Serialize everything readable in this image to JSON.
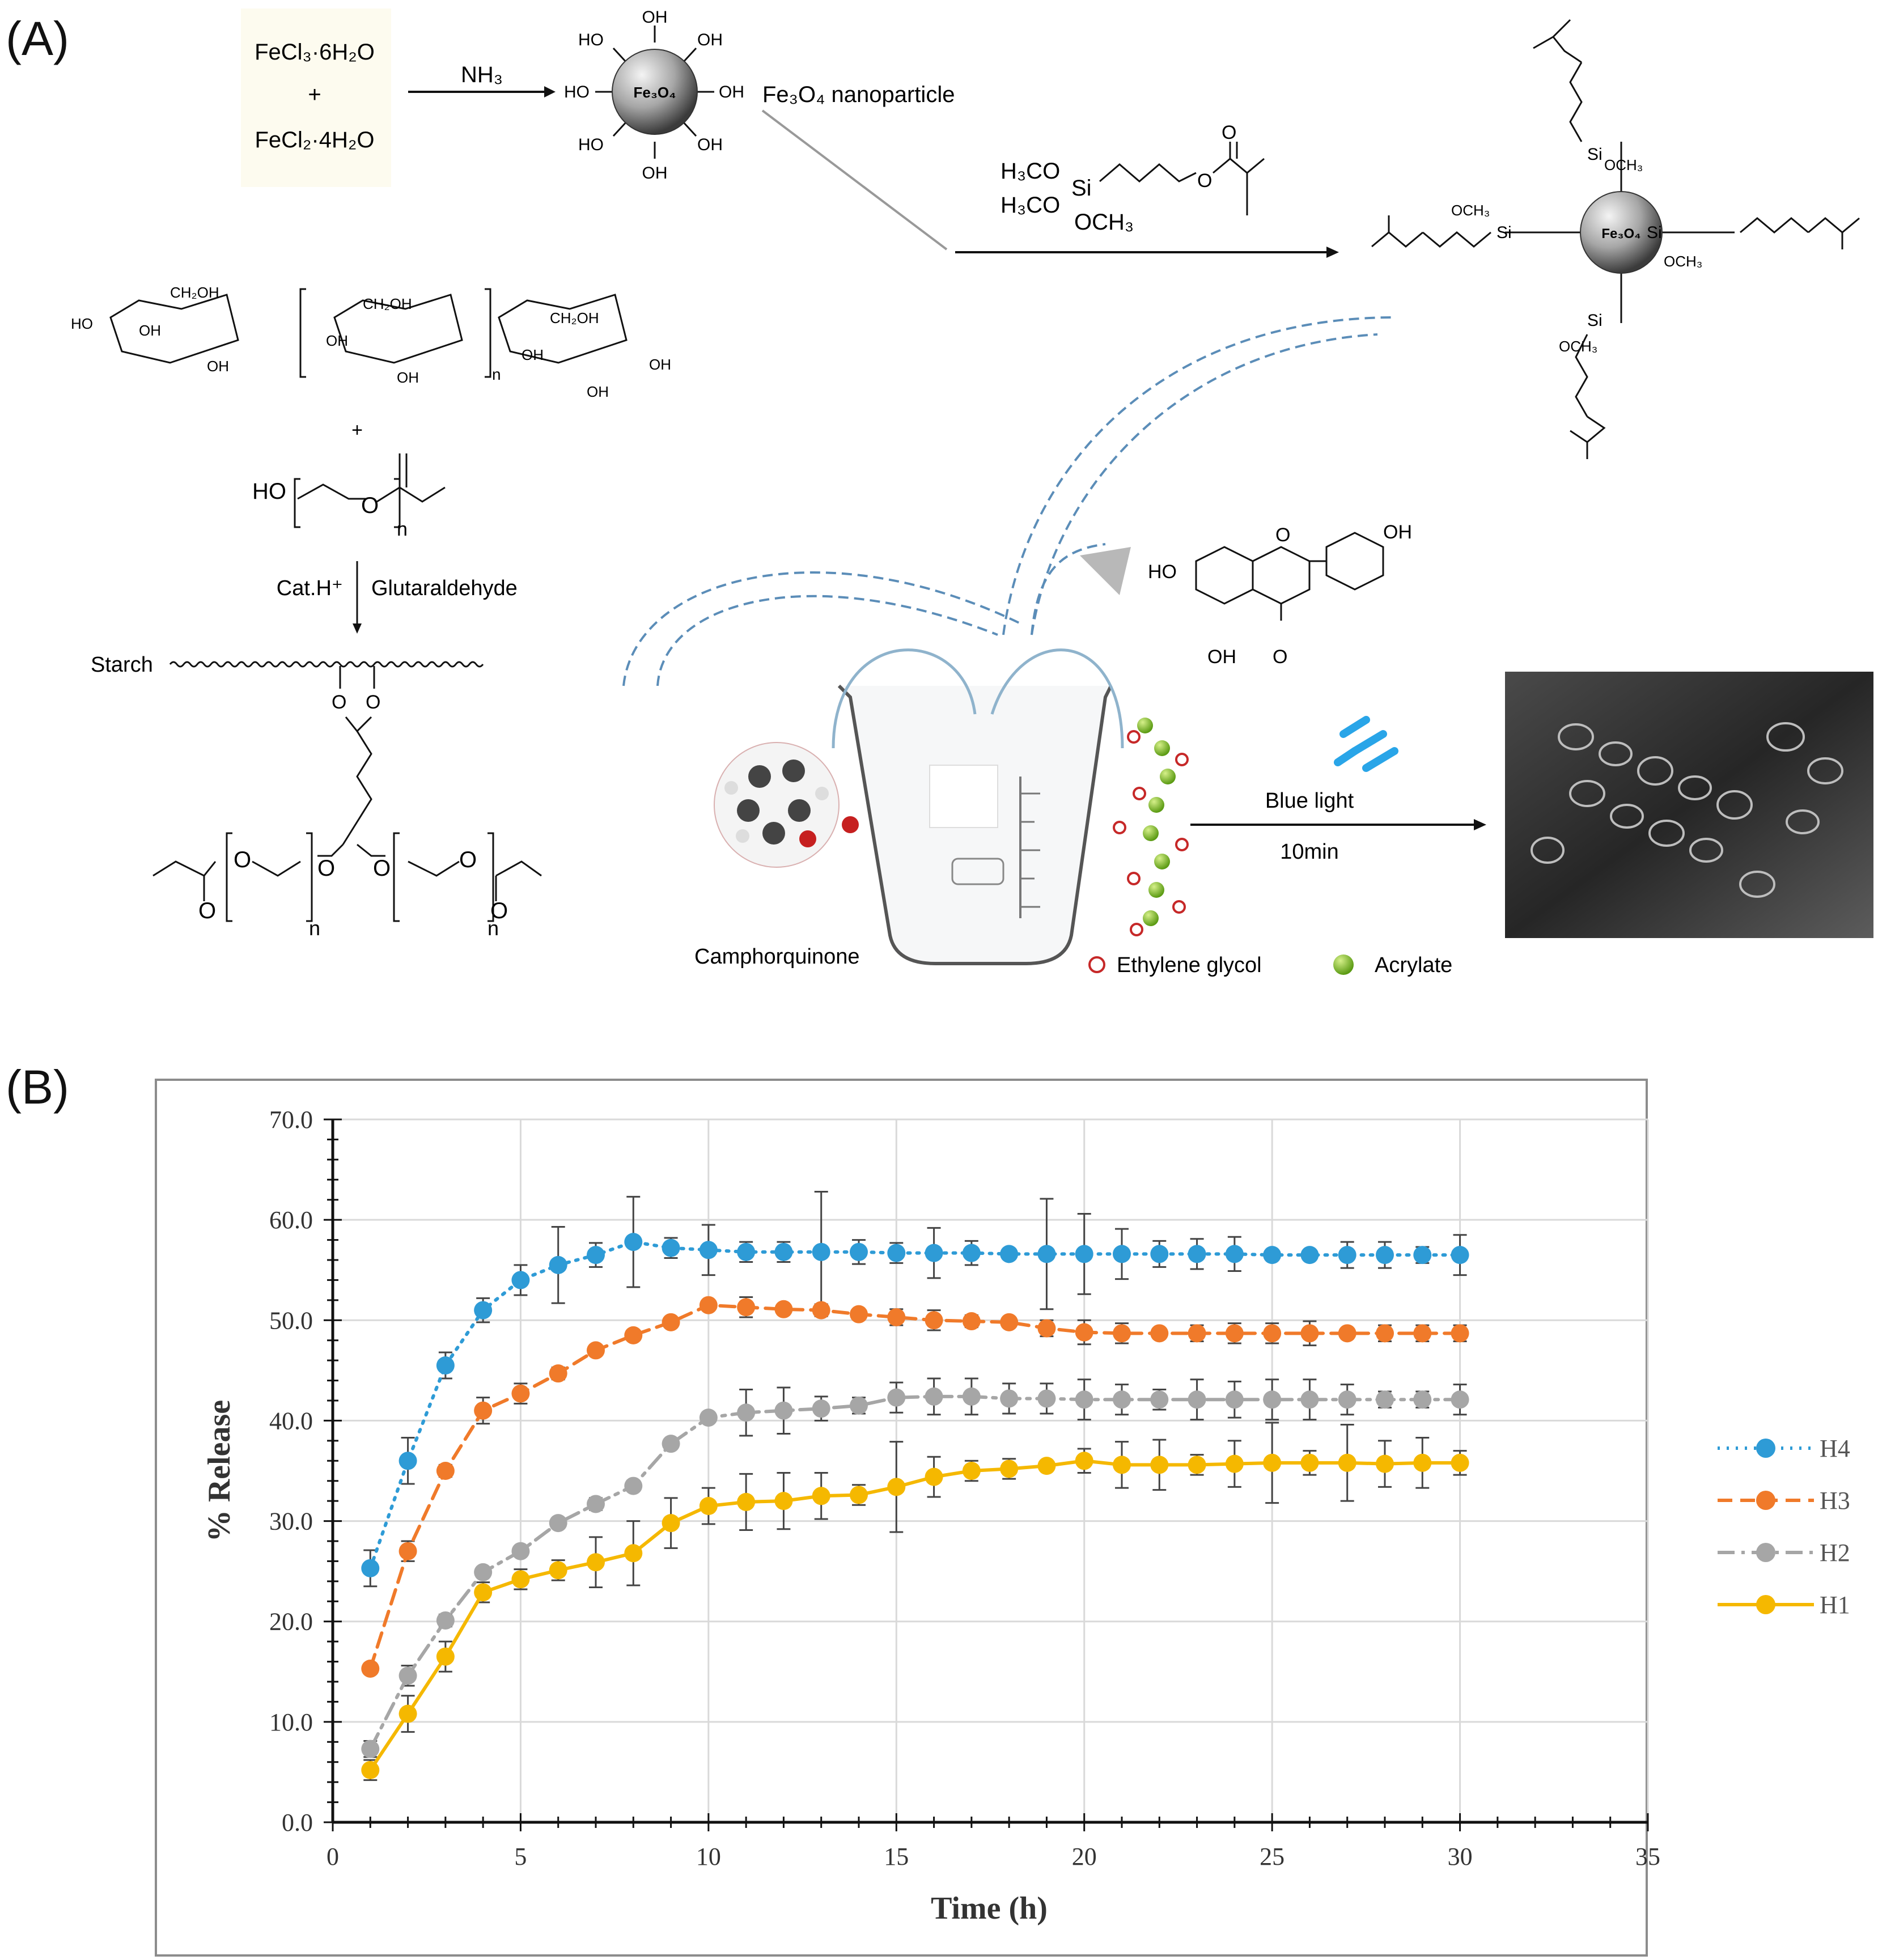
{
  "panel_a": {
    "label": "(A)",
    "reagent1": "FeCl₃·6H₂O",
    "plus": "+",
    "reagent2": "FeCl₂·4H₂O",
    "nh3": "NH₃",
    "fe3o4": "Fe₃O₄",
    "fe3o4_np": "Fe₃O₄ nanoparticle",
    "oh": "OH",
    "ho": "HO",
    "silane_h3co_1": "H₃CO",
    "silane_h3co_2": "H₃CO",
    "silane_si": "Si",
    "silane_och3": "OCH₃",
    "ch2oh": "CH₂OH",
    "n": "n",
    "cat": "Cat.H⁺",
    "glutaraldehyde": "Glutaraldehyde",
    "starch": "Starch",
    "camphorquinone": "Camphorquinone",
    "blue_light": "Blue light",
    "time": "10min",
    "legend_eg": "Ethylene glycol",
    "legend_acrylate": "Acrylate",
    "si": "Si",
    "och3": "OCH₃",
    "o": "O"
  },
  "panel_b": {
    "label": "(B)"
  },
  "chart_data": {
    "type": "line",
    "title": "",
    "xlabel": "Time (h)",
    "ylabel": "% Release",
    "xlim": [
      0,
      35
    ],
    "ylim": [
      0,
      70
    ],
    "xticks": [
      "0",
      "5",
      "10",
      "15",
      "20",
      "25",
      "30",
      "35"
    ],
    "yticks": [
      "0.0",
      "10.0",
      "20.0",
      "30.0",
      "40.0",
      "50.0",
      "60.0",
      "70.0"
    ],
    "grid": true,
    "legend_position": "right",
    "x": [
      1,
      2,
      3,
      4,
      5,
      6,
      7,
      8,
      9,
      10,
      11,
      12,
      13,
      14,
      15,
      16,
      17,
      18,
      19,
      20,
      21,
      22,
      23,
      24,
      25,
      26,
      27,
      28,
      29,
      30
    ],
    "series": [
      {
        "name": "H4",
        "color": "#2e9bd6",
        "dash": "dotted",
        "values": [
          25.3,
          36.0,
          45.5,
          51.0,
          54.0,
          55.5,
          56.5,
          57.8,
          57.2,
          57.0,
          56.8,
          56.8,
          56.8,
          56.8,
          56.7,
          56.7,
          56.7,
          56.6,
          56.6,
          56.6,
          56.6,
          56.6,
          56.6,
          56.6,
          56.5,
          56.5,
          56.5,
          56.5,
          56.5,
          56.5
        ],
        "errors": [
          1.8,
          2.3,
          1.3,
          1.2,
          1.5,
          3.8,
          1.2,
          4.5,
          1.0,
          2.5,
          1.0,
          1.0,
          6.0,
          1.2,
          1.0,
          2.5,
          1.2,
          0.5,
          5.5,
          4.0,
          2.5,
          1.3,
          1.5,
          1.7,
          0.5,
          0.5,
          1.3,
          1.3,
          0.8,
          2.0
        ]
      },
      {
        "name": "H3",
        "color": "#f07a2a",
        "dash": "dashed",
        "values": [
          15.3,
          27.0,
          35.0,
          41.0,
          42.7,
          44.7,
          47.0,
          48.5,
          49.8,
          51.5,
          51.3,
          51.1,
          51.0,
          50.6,
          50.3,
          50.0,
          49.9,
          49.8,
          49.2,
          48.8,
          48.7,
          48.7,
          48.7,
          48.7,
          48.7,
          48.7,
          48.7,
          48.7,
          48.7,
          48.7
        ],
        "errors": [
          0.5,
          1.0,
          0.6,
          1.3,
          1.0,
          0.6,
          0.5,
          0.5,
          0.5,
          0.5,
          1.0,
          0.5,
          0.6,
          0.5,
          0.8,
          1.0,
          0.6,
          0.5,
          0.8,
          1.2,
          1.0,
          0.5,
          0.8,
          1.0,
          1.0,
          1.2,
          0.5,
          0.8,
          0.8,
          0.8
        ]
      },
      {
        "name": "H2",
        "color": "#a6a6a6",
        "dash": "dashdot",
        "values": [
          7.3,
          14.6,
          20.1,
          24.9,
          27.0,
          29.8,
          31.7,
          33.5,
          37.7,
          40.3,
          40.8,
          41.0,
          41.2,
          41.5,
          42.3,
          42.4,
          42.4,
          42.2,
          42.2,
          42.1,
          42.1,
          42.1,
          42.1,
          42.1,
          42.1,
          42.1,
          42.1,
          42.1,
          42.1,
          42.1
        ],
        "errors": [
          0.8,
          1.0,
          0.6,
          0.5,
          0.5,
          0.5,
          0.6,
          0.5,
          0.5,
          0.5,
          2.3,
          2.3,
          1.2,
          0.8,
          1.5,
          1.8,
          1.8,
          1.5,
          1.5,
          2.0,
          1.5,
          1.0,
          2.0,
          1.8,
          2.0,
          2.0,
          1.5,
          0.8,
          0.8,
          1.5
        ]
      },
      {
        "name": "H1",
        "color": "#f5b800",
        "dash": "solid",
        "values": [
          5.2,
          10.8,
          16.5,
          22.9,
          24.2,
          25.1,
          25.9,
          26.8,
          29.8,
          31.5,
          31.9,
          32.0,
          32.5,
          32.6,
          33.4,
          34.4,
          35.0,
          35.2,
          35.5,
          36.0,
          35.6,
          35.6,
          35.6,
          35.7,
          35.8,
          35.8,
          35.8,
          35.7,
          35.8,
          35.8
        ],
        "errors": [
          1.0,
          1.8,
          1.5,
          1.0,
          1.0,
          1.0,
          2.5,
          3.2,
          2.5,
          1.8,
          2.8,
          2.8,
          2.3,
          1.0,
          4.5,
          2.0,
          1.0,
          1.0,
          0.5,
          1.2,
          2.3,
          2.5,
          1.0,
          2.3,
          4.0,
          1.2,
          3.8,
          2.3,
          2.5,
          1.2
        ]
      }
    ]
  }
}
